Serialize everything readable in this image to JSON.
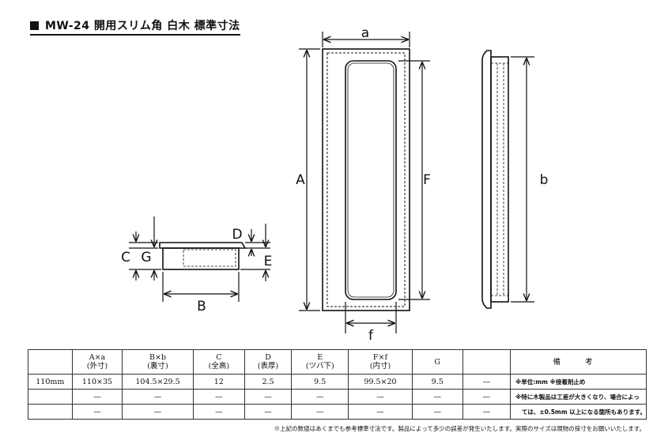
{
  "title": "MW-24 開用スリム角 白木 標準寸法",
  "dimension_labels": {
    "a": "a",
    "A": "A",
    "F": "F",
    "f": "f",
    "b": "b",
    "B": "B",
    "C": "C",
    "G": "G",
    "D": "D",
    "E": "E"
  },
  "table": {
    "header_main": [
      "",
      "A×a",
      "B×b",
      "C",
      "D",
      "E",
      "F×f",
      "G",
      ""
    ],
    "header_sub": [
      "",
      "(外寸)",
      "(裏寸)",
      "(全高)",
      "(表厚)",
      "(ツバ下)",
      "(内寸)",
      "",
      ""
    ],
    "remarks_header": "備 考",
    "rows": [
      {
        "cells": [
          "110mm",
          "110×35",
          "104.5×29.5",
          "12",
          "2.5",
          "9.5",
          "99.5×20",
          "9.5",
          "—"
        ],
        "note": "※単位:mm ※接着剤止め"
      },
      {
        "cells": [
          "",
          "—",
          "—",
          "—",
          "—",
          "—",
          "—",
          "—",
          "—"
        ],
        "note": "※特に木製品は工差が大きくなり、場合によっ"
      },
      {
        "cells": [
          "",
          "—",
          "—",
          "—",
          "—",
          "—",
          "—",
          "—",
          "—"
        ],
        "note": "ては、±0.5mm 以上になる箇所もあります。"
      }
    ]
  },
  "footer_note": "※上記の数値はあくまでも参考標準寸法です。製品によって多少の誤差が発生いたします。実際のサイズは現物の採寸をお願いいたします。"
}
